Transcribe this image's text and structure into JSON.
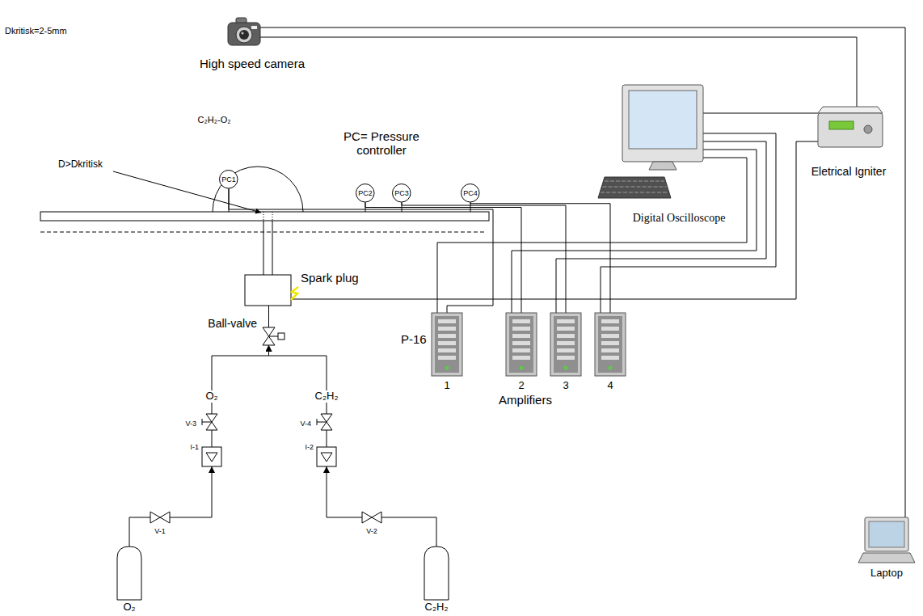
{
  "diagram": {
    "nodes": [
      {
        "text": [
          "High speed camera"
        ]
      },
      {
        "text": [
          "PC1"
        ]
      },
      {
        "text": [
          "PC2"
        ]
      },
      {
        "text": [
          "PC3"
        ]
      },
      {
        "text": [
          "PC4"
        ]
      },
      {
        "text": [
          "Digital Oscilloscope"
        ]
      },
      {
        "text": [
          "Eletrical Igniter"
        ]
      },
      {
        "text": [
          "Spark plug"
        ]
      },
      {
        "text": [
          "Ball-valve"
        ]
      },
      {
        "text": [
          "1"
        ]
      },
      {
        "text": [
          "2"
        ]
      },
      {
        "text": [
          "3"
        ]
      },
      {
        "text": [
          "4"
        ]
      },
      {
        "text": [
          "V-3"
        ]
      },
      {
        "text": [
          "V-4"
        ]
      },
      {
        "text": [
          "I-1"
        ]
      },
      {
        "text": [
          "I-2"
        ]
      },
      {
        "text": [
          "V-1"
        ]
      },
      {
        "text": [
          "V-2"
        ]
      },
      {
        "text": [
          "O₂"
        ]
      },
      {
        "text": [
          "C₂H₂"
        ]
      },
      {
        "text": [
          "Laptop"
        ]
      }
    ],
    "edges": [
      {
        "from": 0,
        "to": 21,
        "arrow": "none"
      },
      {
        "from": 0,
        "to": 6,
        "arrow": "none"
      },
      {
        "from": 5,
        "to": 6,
        "arrow": "none"
      },
      {
        "from": 6,
        "to": 7,
        "arrow": "none"
      },
      {
        "from": 1,
        "to": 9,
        "arrow": "none"
      },
      {
        "from": 2,
        "to": 10,
        "arrow": "none"
      },
      {
        "from": 3,
        "to": 11,
        "arrow": "none"
      },
      {
        "from": 4,
        "to": 12,
        "arrow": "none"
      },
      {
        "from": 9,
        "to": 5,
        "arrow": "none"
      },
      {
        "from": 10,
        "to": 5,
        "arrow": "none"
      },
      {
        "from": 11,
        "to": 5,
        "arrow": "none"
      },
      {
        "from": 12,
        "to": 5,
        "arrow": "none"
      },
      {
        "from": 19,
        "to": 17,
        "arrow": "none"
      },
      {
        "from": 17,
        "to": 15,
        "arrow": "to"
      },
      {
        "from": 15,
        "to": 13,
        "arrow": "none"
      },
      {
        "from": 13,
        "to": 8,
        "arrow": "to"
      },
      {
        "from": 20,
        "to": 18,
        "arrow": "none"
      },
      {
        "from": 18,
        "to": 16,
        "arrow": "to"
      },
      {
        "from": 16,
        "to": 14,
        "arrow": "none"
      },
      {
        "from": 14,
        "to": 8,
        "arrow": "to"
      },
      {
        "from": 8,
        "to": 7,
        "arrow": "none"
      }
    ],
    "labels": [
      "Dkritisk=2-5mm",
      "C₂H₂-O₂",
      "PC= Pressure controller",
      "D>Dkritisk",
      "P-16",
      "Amplifiers",
      "O₂",
      "C₂H₂"
    ]
  }
}
